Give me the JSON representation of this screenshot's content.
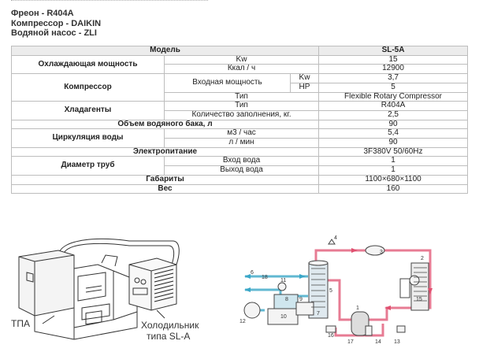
{
  "header": {
    "freon": "Фреон - R404A",
    "compressor": "Компрессор - DAIKIN",
    "pump": "Водяной насос - ZLI"
  },
  "table": {
    "h_model": "Модель",
    "model": "SL-5A",
    "cooling": "Охлаждающая мощность",
    "kw": "Kw",
    "cooling_kw": "15",
    "kcal": "Ккал / ч",
    "cooling_kcal": "12900",
    "compressor": "Компрессор",
    "input_power": "Входная мощность",
    "kw2": "Kw",
    "input_kw": "3,7",
    "hp": "HP",
    "input_hp": "5",
    "type": "Тип",
    "compressor_type": "Flexible Rotary Compressor",
    "refrigerants": "Хладагенты",
    "type2": "Тип",
    "refrigerant_type": "R404A",
    "fill": "Количество заполнения, кг.",
    "fill_val": "2,5",
    "tank": "Объем водяного бака, л",
    "tank_val": "90",
    "circulation": "Циркуляция воды",
    "m3h": "м3 / час",
    "circ_m3h": "5,4",
    "lmin": "л / мин",
    "circ_lmin": "90",
    "power": "Электропитание",
    "power_val": "3F380V 50/60Hz",
    "pipe": "Диаметр труб",
    "inlet": "Вход вода",
    "inlet_val": "1",
    "outlet": "Выход вода",
    "outlet_val": "1",
    "dims": "Габариты",
    "dims_val": "1100×680×1100",
    "weight": "Вес",
    "weight_val": "160"
  },
  "diagram": {
    "tpa_label": "ТПА",
    "chiller_label_1": "Холодильник",
    "chiller_label_2": "типа SL-A",
    "numbers": [
      "1",
      "2",
      "3",
      "4",
      "5",
      "6",
      "7",
      "8",
      "9",
      "10",
      "11",
      "12",
      "13",
      "14",
      "15",
      "16",
      "17",
      "18"
    ]
  },
  "colors": {
    "pipe_red": "#e05070",
    "pipe_blue": "#3aa7c8",
    "header_grey": "#ececec"
  }
}
